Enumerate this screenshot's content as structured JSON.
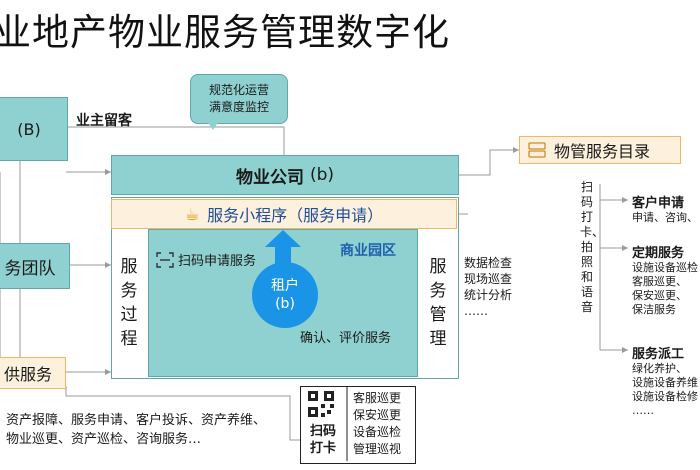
{
  "title": "业地产物业服务管理数字化",
  "left": {
    "owner_box": "(B)",
    "retain_label": "业主留客",
    "team_box": "务团队",
    "supply_box": "供服务",
    "bottom_line1": "资产报障、服务申请、客户投诉、资产养维、",
    "bottom_line2": "物业巡更、资产巡检、咨询服务…"
  },
  "bubble": {
    "line1": "规范化运营",
    "line2": "满意度监控"
  },
  "company": {
    "name": "物业公司",
    "suffix": "(b)"
  },
  "miniapp": {
    "label": "服务小程序（服务申请）"
  },
  "process": {
    "left_col": "服务过程",
    "right_col": "服务管理"
  },
  "park": {
    "label": "商业园区",
    "scan_apply": "扫码申请服务",
    "confirm": "确认、评价服务",
    "tenant_line1": "租户",
    "tenant_line2": "(b)"
  },
  "data_check": {
    "line1": "数据检查",
    "line2": "现场巡查",
    "line3": "统计分析",
    "line4": "……"
  },
  "qr": {
    "scan_line1": "扫码",
    "scan_line2": "打卡",
    "items": [
      "客服巡更",
      "保安巡更",
      "设备巡检",
      "管理巡视"
    ]
  },
  "directory": {
    "title": "物管服务目录",
    "vertical": "扫码打卡、拍照和语音",
    "sections": [
      {
        "title": "客户申请",
        "items": [
          "申请、咨询、"
        ]
      },
      {
        "title": "定期服务",
        "items": [
          "设施设备巡检",
          "客服巡更、",
          "保安巡更、",
          "保洁服务"
        ]
      },
      {
        "title": "服务派工",
        "items": [
          "绿化养护、",
          "设施设备养维",
          "设施设备检修",
          "……"
        ]
      }
    ]
  },
  "colors": {
    "teal": "#8fd0d0",
    "orange_box": "#fdf0dc",
    "tenant": "#1a94e6",
    "arrow": "#1a94e6"
  }
}
